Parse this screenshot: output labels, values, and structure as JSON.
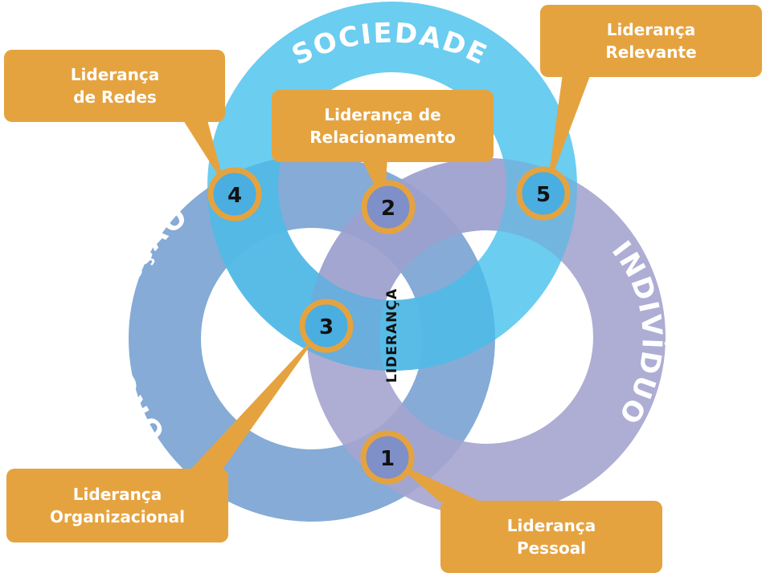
{
  "rings": {
    "sociedade": {
      "label": "SOCIEDADE",
      "color": "#5bc8ee"
    },
    "organizacao": {
      "label": "ORGANIZAÇÃO",
      "color": "#7ea6d4"
    },
    "individuo": {
      "label": "INDIVÍDUO",
      "color": "#a5a4cf"
    }
  },
  "center_label": "LIDERANÇA",
  "colors": {
    "callout": "#e5a33f",
    "badge_ring": "#e5a33f",
    "overlap_dark": "#4aaee0",
    "overlap_purple": "#8f9acc"
  },
  "badges": [
    {
      "number": "1"
    },
    {
      "number": "2"
    },
    {
      "number": "3"
    },
    {
      "number": "4"
    },
    {
      "number": "5"
    }
  ],
  "callouts": {
    "c4": {
      "line1": "Liderança",
      "line2": "de Redes"
    },
    "c2": {
      "line1": "Liderança de",
      "line2": "Relacionamento"
    },
    "c5": {
      "line1": "Liderança",
      "line2": "Relevante"
    },
    "c3": {
      "line1": "Liderança",
      "line2": "Organizacional"
    },
    "c1": {
      "line1": "Liderança",
      "line2": "Pessoal"
    }
  }
}
